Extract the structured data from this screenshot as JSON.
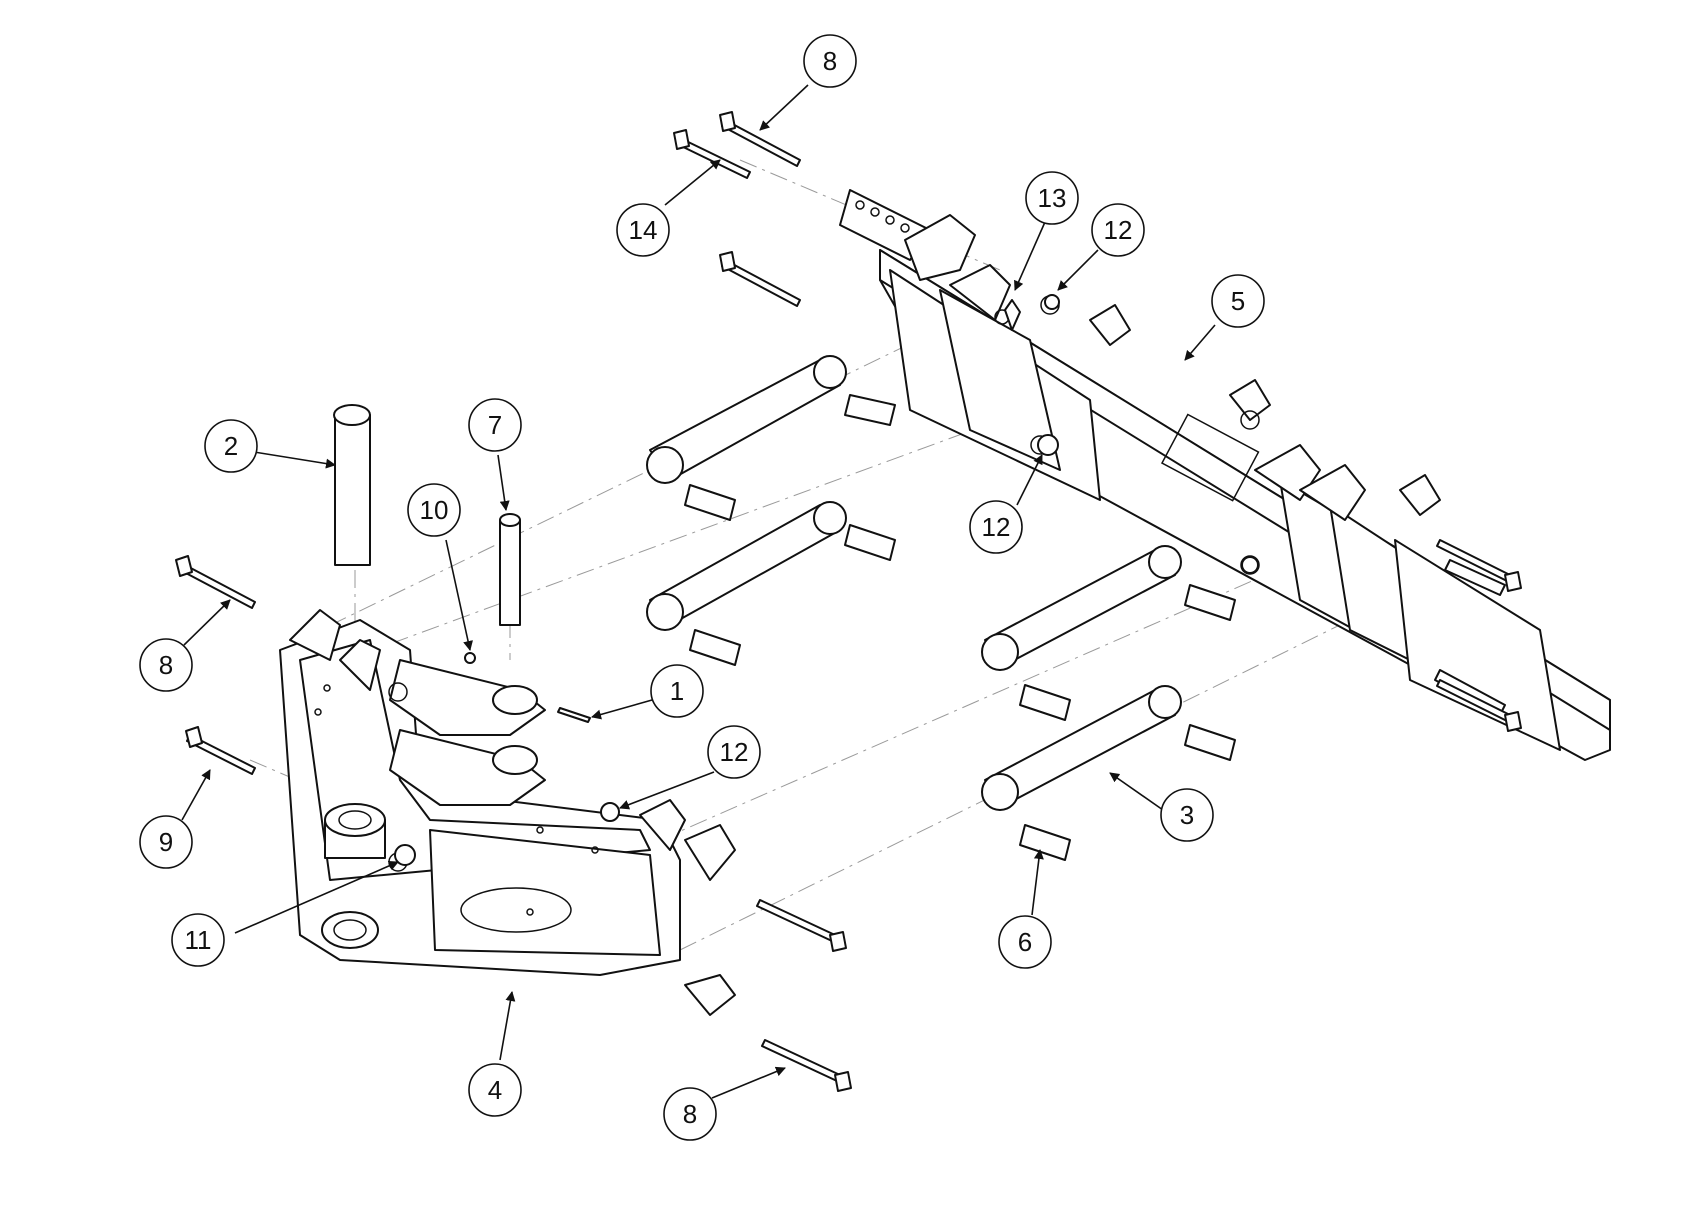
{
  "colors": {
    "line": "#111111",
    "hidden_line": "#9a9a9a",
    "background": "#ffffff"
  },
  "callouts": {
    "c8_top": "8",
    "c14": "14",
    "c13": "13",
    "c12_top": "12",
    "c5": "5",
    "c2": "2",
    "c7": "7",
    "c10": "10",
    "c8_left": "8",
    "c1": "1",
    "c12_mid": "12",
    "c12_low": "12",
    "c9": "9",
    "c3": "3",
    "c11": "11",
    "c6": "6",
    "c4": "4",
    "c8_bottom": "8"
  }
}
